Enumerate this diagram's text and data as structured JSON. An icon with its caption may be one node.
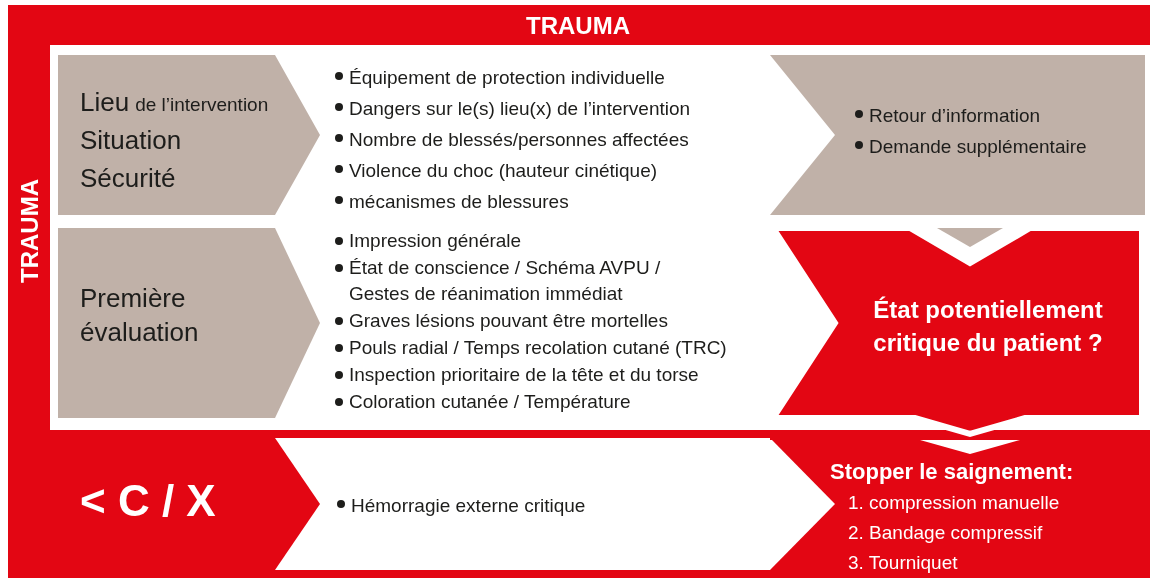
{
  "diagram": {
    "nodes": [
      {
        "text": [
          "Lieu",
          "de l’intervention",
          "Situation",
          "Sécurité"
        ]
      },
      {
        "text": [
          "Équipement de protection individuelle",
          "Dangers sur le(s) lieu(x) de l’intervention",
          "Nombre de blessés/personnes affectées",
          "Violence du choc (hauteur cinétique)",
          "mécanismes de blessures"
        ]
      },
      {
        "text": [
          "Retour d’information",
          "Demande supplémentaire"
        ]
      },
      {
        "text": [
          "Première évaluation"
        ]
      },
      {
        "text": [
          "Impression générale",
          "État de conscience / Schéma AVPU / Gestes de réanimation immédiat",
          "Graves lésions pouvant être mortelles",
          "Pouls radial / Temps recolation cutané (TRC)",
          "Inspection prioritaire de la tête et du torse",
          "Coloration cutanée / Température"
        ]
      },
      {
        "text": [
          "État potentiellement critique du patient ?"
        ]
      },
      {
        "text": [
          "< C / X"
        ]
      },
      {
        "text": [
          "Hémorragie externe critique"
        ]
      },
      {
        "text": [
          "Stopper le saignement:",
          "1. compression manuelle",
          "2. Bandage compressif",
          "3. Tourniquet"
        ]
      }
    ],
    "labels": [
      "TRAUMA",
      "TRAUMA"
    ]
  }
}
